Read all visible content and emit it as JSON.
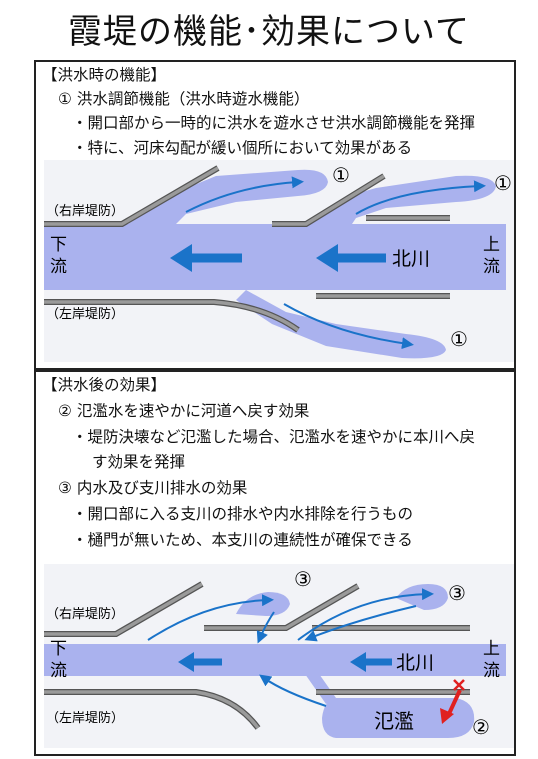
{
  "title": "霞堤の機能･効果について",
  "colors": {
    "water": "#aab2ee",
    "arrow_blue": "#1a73c9",
    "levee_gray": "#8a8a8a",
    "diagram_bg": "#f2f3f7",
    "break_mark": "#e02020"
  },
  "panel1": {
    "heading": "【洪水時の機能】",
    "sub1": "① 洪水調節機能（洪水時遊水機能）",
    "bullet1": "・開口部から一時的に洪水を遊水させ洪水調節機能を発揮",
    "bullet2": "・特に、河床勾配が緩い個所において効果がある",
    "diagram": {
      "right_bank": "（右岸堤防）",
      "left_bank": "（左岸堤防）",
      "downstream": "下流",
      "upstream": "上流",
      "river_name": "北川",
      "marker": "①"
    }
  },
  "panel2": {
    "heading": "【洪水後の効果】",
    "sub2": "② 氾濫水を速やかに河道へ戻す効果",
    "bullet3a": "・堤防決壊など氾濫した場合、氾濫水を速やかに本川へ戻",
    "bullet3b": "す効果を発揮",
    "sub3": "③ 内水及び支川排水の効果",
    "bullet4": "・開口部に入る支川の排水や内水排除を行うもの",
    "bullet5": "・樋門が無いため、本支川の連続性が確保できる",
    "diagram": {
      "right_bank": "（右岸堤防）",
      "left_bank": "（左岸堤防）",
      "downstream": "下流",
      "upstream": "上流",
      "river_name": "北川",
      "flood_label": "氾濫",
      "marker2": "②",
      "marker3": "③"
    }
  }
}
